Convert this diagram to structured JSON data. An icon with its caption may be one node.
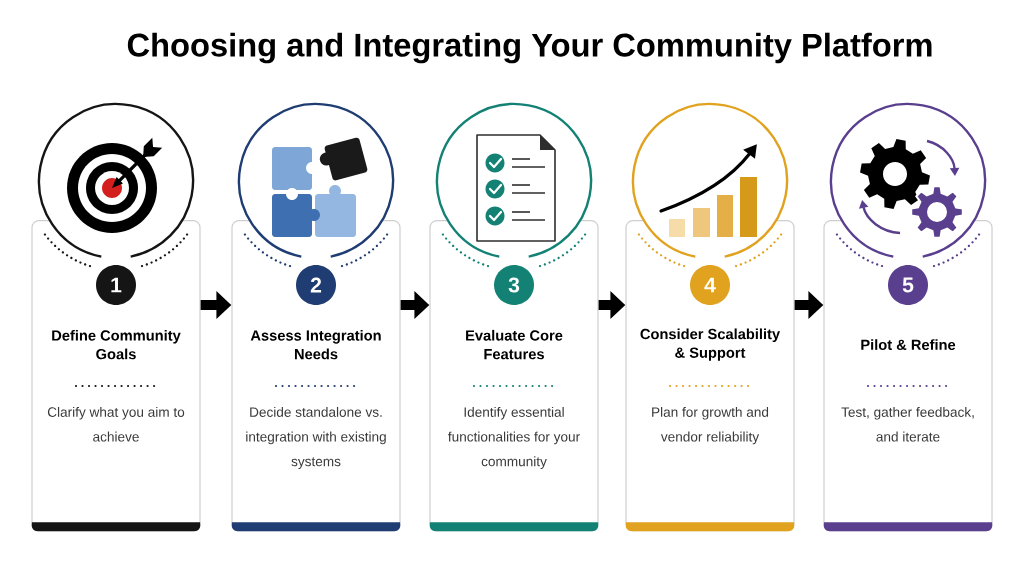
{
  "diagram": {
    "title": "Choosing and Integrating Your Community Platform",
    "nodes": [
      {
        "text": [
          "Define Community Goals",
          "Clarify what you aim to achieve"
        ]
      },
      {
        "text": [
          "1"
        ],
        "in": 0
      },
      {
        "text": [
          "Assess Integration Needs",
          "Decide standalone vs. integration with existing systems"
        ]
      },
      {
        "text": [
          "2"
        ],
        "in": 2
      },
      {
        "text": [
          "Evaluate Core Features",
          "Identify essential functionalities for your community"
        ]
      },
      {
        "text": [
          "3"
        ],
        "in": 4
      },
      {
        "text": [
          "Consider Scalability & Support",
          "Plan for growth and vendor reliability"
        ]
      },
      {
        "text": [
          "4"
        ],
        "in": 6
      },
      {
        "text": [
          "Pilot & Refine",
          "Test, gather feedback, and iterate"
        ]
      },
      {
        "text": [
          "5"
        ],
        "in": 8
      }
    ],
    "edges": [
      {
        "from": 0,
        "to": 2,
        "arrow": "to"
      },
      {
        "from": 2,
        "to": 4,
        "arrow": "to"
      },
      {
        "from": 4,
        "to": 6,
        "arrow": "to"
      },
      {
        "from": 6,
        "to": 8,
        "arrow": "to"
      }
    ]
  }
}
